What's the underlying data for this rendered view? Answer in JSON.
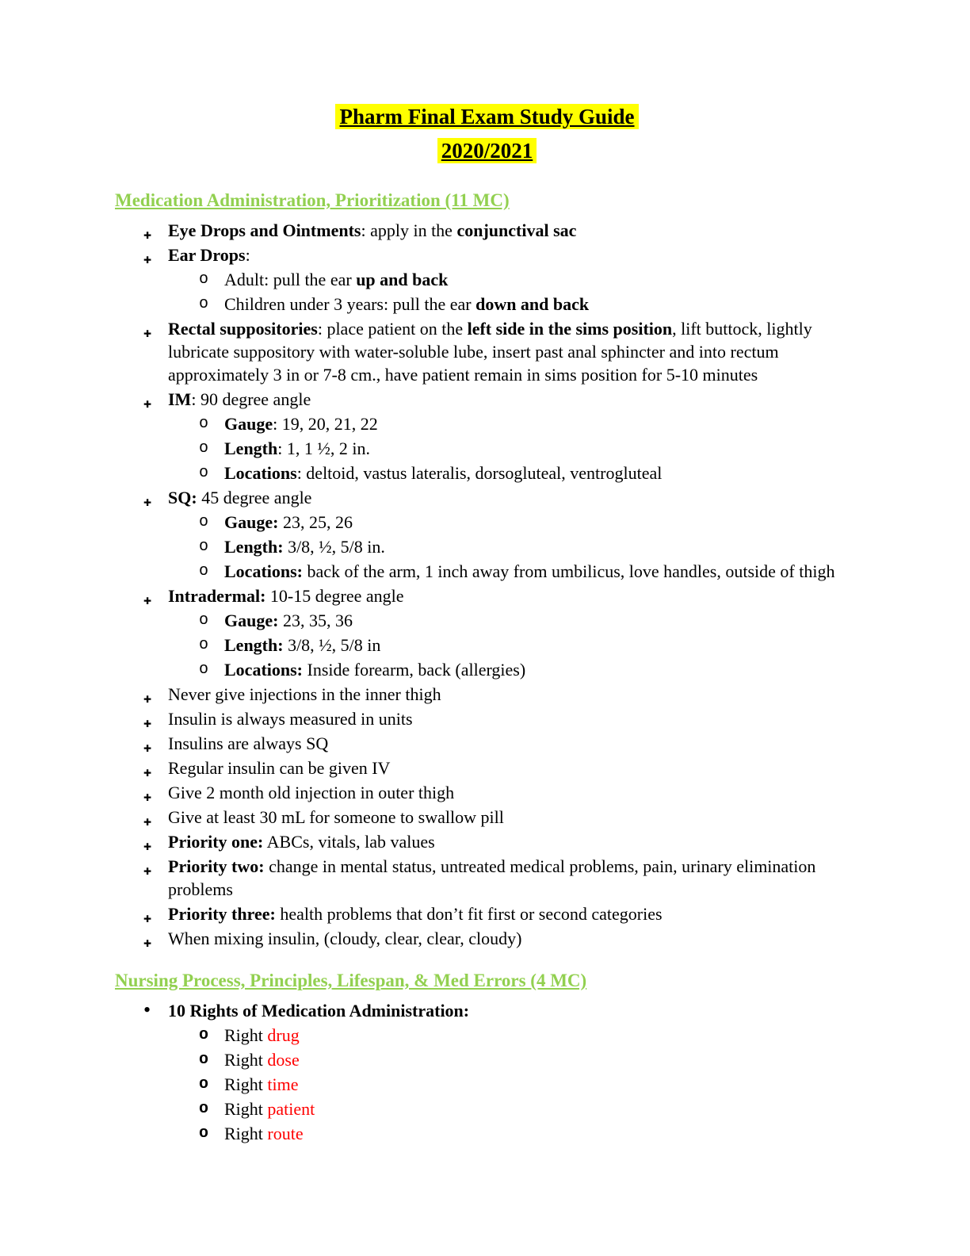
{
  "title": {
    "line1": "Pharm Final Exam Study Guide",
    "line2": "2020/2021"
  },
  "colors": {
    "title_highlight": "#FFFF00",
    "heading_green": "#92D050",
    "keyword_red": "#FF0000",
    "body_text": "#000000"
  },
  "icons": {
    "plus-bullet-icon": "✚",
    "disc-bullet-icon": "•",
    "circle-bullet-icon": "o"
  },
  "sections": [
    {
      "heading": "Medication Administration, Prioritization (11 MC)",
      "bullet_level1": "plus",
      "bullet_level2": "circle",
      "items": [
        {
          "runs": [
            {
              "t": "Eye Drops and Ointments",
              "b": true
            },
            {
              "t": ": apply in the "
            },
            {
              "t": "conjunctival sac",
              "b": true
            }
          ]
        },
        {
          "runs": [
            {
              "t": "Ear Drops",
              "b": true
            },
            {
              "t": ":"
            }
          ],
          "children": [
            {
              "runs": [
                {
                  "t": "Adult: pull the ear "
                },
                {
                  "t": "up and back",
                  "b": true
                }
              ]
            },
            {
              "runs": [
                {
                  "t": "Children under 3 years: pull the ear "
                },
                {
                  "t": "down and back",
                  "b": true
                }
              ]
            }
          ]
        },
        {
          "runs": [
            {
              "t": "Rectal suppositories",
              "b": true
            },
            {
              "t": ": place patient on the "
            },
            {
              "t": "left side in the sims position",
              "b": true
            },
            {
              "t": ", lift buttock, lightly lubricate suppository with water-soluble lube, insert past anal sphincter and into rectum approximately 3 in or 7-8 cm., have patient remain in sims position for 5-10 minutes"
            }
          ]
        },
        {
          "runs": [
            {
              "t": "IM",
              "b": true
            },
            {
              "t": ": 90 degree angle"
            }
          ],
          "children": [
            {
              "runs": [
                {
                  "t": "Gauge",
                  "b": true
                },
                {
                  "t": ": 19, 20, 21, 22"
                }
              ]
            },
            {
              "runs": [
                {
                  "t": "Length",
                  "b": true
                },
                {
                  "t": ": 1, 1 ½, 2 in."
                }
              ]
            },
            {
              "runs": [
                {
                  "t": "Locations",
                  "b": true
                },
                {
                  "t": ": deltoid, vastus lateralis, dorsogluteal, ventrogluteal"
                }
              ]
            }
          ]
        },
        {
          "runs": [
            {
              "t": "SQ:",
              "b": true
            },
            {
              "t": " 45 degree angle"
            }
          ],
          "children": [
            {
              "runs": [
                {
                  "t": "Gauge:",
                  "b": true
                },
                {
                  "t": " 23, 25, 26"
                }
              ]
            },
            {
              "runs": [
                {
                  "t": "Length:",
                  "b": true
                },
                {
                  "t": " 3/8, ½, 5/8 in."
                }
              ]
            },
            {
              "runs": [
                {
                  "t": "Locations:",
                  "b": true
                },
                {
                  "t": " back of the arm, 1 inch away from umbilicus, love handles, outside of thigh"
                }
              ]
            }
          ]
        },
        {
          "runs": [
            {
              "t": "Intradermal:",
              "b": true
            },
            {
              "t": " 10-15 degree angle"
            }
          ],
          "children": [
            {
              "runs": [
                {
                  "t": "Gauge:",
                  "b": true
                },
                {
                  "t": " 23, 35, 36"
                }
              ]
            },
            {
              "runs": [
                {
                  "t": "Length:",
                  "b": true
                },
                {
                  "t": " 3/8, ½, 5/8 in"
                }
              ]
            },
            {
              "runs": [
                {
                  "t": "Locations:",
                  "b": true
                },
                {
                  "t": " Inside forearm, back (allergies)"
                }
              ]
            }
          ]
        },
        {
          "runs": [
            {
              "t": "Never give injections in the inner thigh"
            }
          ]
        },
        {
          "runs": [
            {
              "t": "Insulin is always measured in units"
            }
          ]
        },
        {
          "runs": [
            {
              "t": "Insulins are always SQ"
            }
          ]
        },
        {
          "runs": [
            {
              "t": "Regular insulin can be given IV"
            }
          ]
        },
        {
          "runs": [
            {
              "t": "Give 2 month old injection in outer thigh"
            }
          ]
        },
        {
          "runs": [
            {
              "t": "Give at least 30 mL for someone to swallow pill"
            }
          ]
        },
        {
          "runs": [
            {
              "t": "Priority one:",
              "b": true
            },
            {
              "t": " ABCs, vitals, lab values"
            }
          ]
        },
        {
          "runs": [
            {
              "t": "Priority two:",
              "b": true
            },
            {
              "t": " change in mental status, untreated medical problems, pain, urinary elimination problems"
            }
          ]
        },
        {
          "runs": [
            {
              "t": "Priority three:",
              "b": true
            },
            {
              "t": " health problems that don’t fit first or second categories"
            }
          ]
        },
        {
          "runs": [
            {
              "t": "When mixing insulin, (cloudy, clear, clear, cloudy)"
            }
          ]
        }
      ]
    },
    {
      "heading": "Nursing Process, Principles, Lifespan, & Med Errors (4 MC)",
      "bullet_level1": "disc",
      "bullet_level2": "circle-bold",
      "items": [
        {
          "runs": [
            {
              "t": "10 Rights of Medication Administration:",
              "b": true
            }
          ],
          "children": [
            {
              "runs": [
                {
                  "t": "Right "
                },
                {
                  "t": "drug",
                  "c": "red"
                }
              ]
            },
            {
              "runs": [
                {
                  "t": "Right "
                },
                {
                  "t": "dose",
                  "c": "red"
                }
              ]
            },
            {
              "runs": [
                {
                  "t": "Right "
                },
                {
                  "t": "time",
                  "c": "red"
                }
              ]
            },
            {
              "runs": [
                {
                  "t": "Right "
                },
                {
                  "t": "patient",
                  "c": "red"
                }
              ]
            },
            {
              "runs": [
                {
                  "t": "Right "
                },
                {
                  "t": "route",
                  "c": "red"
                }
              ]
            }
          ]
        }
      ]
    }
  ]
}
